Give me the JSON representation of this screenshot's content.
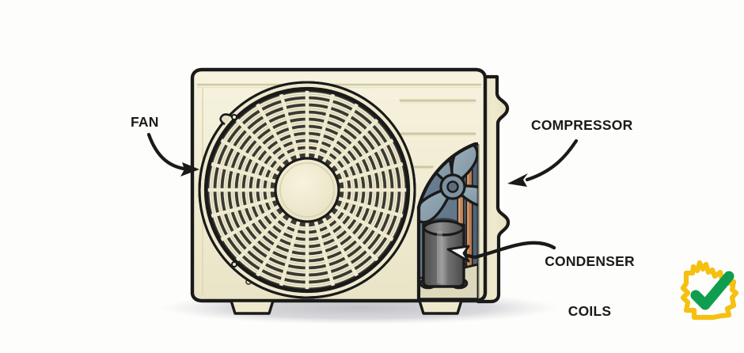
{
  "illustration": {
    "subject": "air-conditioner-outdoor-condenser-unit",
    "background_color": "#fdfdfb"
  },
  "labels": {
    "fan": "FAN",
    "compressor": "COMPRESSOR",
    "condenser_line1": "CONDENSER",
    "condenser_line2": "COILS"
  },
  "badge": {
    "name": "queensland-tick-badge",
    "outline_color": "#F5C012",
    "check_color": "#0F9D4F"
  },
  "colors": {
    "body_cream": "#f0ecd2",
    "body_cream_light": "#f6f2de",
    "body_shade": "#e4dfbe",
    "outline": "#1a1a1a",
    "grille_dark": "#3a3a33",
    "grille_rib": "#efead0",
    "interior_blue": "#6d8496",
    "interior_blue_dark": "#56697a",
    "fan_blade": "#8fa3b0",
    "compressor_gray": "#5d5d5d",
    "compressor_gray_light": "#8b8b8b",
    "copper": "#c08457",
    "shadow": "#c9c9cc"
  }
}
